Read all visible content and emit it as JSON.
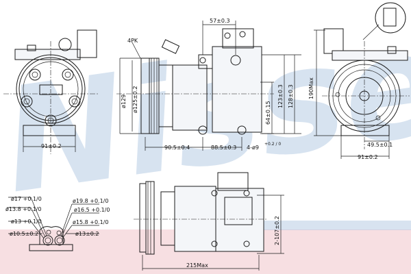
{
  "watermark": {
    "text": "Nissens",
    "color": "#8fb1d6",
    "band_color": "#f2c9cf"
  },
  "views": {
    "front": {
      "width_label": "91±0.2"
    },
    "side": {
      "belt_label": "4PK",
      "pulley_outer_label": "ø129",
      "pulley_inner_label": "ø125±0.2",
      "top_mount_label": "57±0.3",
      "mount_height_label": "64±0.15",
      "body_height_1_label": "123±0.3",
      "body_height_2_label": "128±0.3",
      "pulley_to_mount_label": "90.5±0.4",
      "mount_spacing_label": "88.5±0.3",
      "holes_label": "4-ø9",
      "holes_tol_label": "+0.2 / 0"
    },
    "rear": {
      "height_label": "190Max",
      "offset_label": "49.5±0.1",
      "width_label": "91±0.2"
    },
    "fittings": {
      "left": [
        "ø17 +0.1/0",
        "ø13.8 +0.1/0",
        "ø13 +0.1/0",
        "ø10.5±0.2"
      ],
      "right": [
        "ø19.8 +0.1/0",
        "ø16.5 +0.1/0",
        "ø15.8 +0.1/0",
        "ø13±0.2"
      ]
    },
    "bottom": {
      "length_label": "215Max",
      "holes_label": "2-107±0.2"
    }
  }
}
